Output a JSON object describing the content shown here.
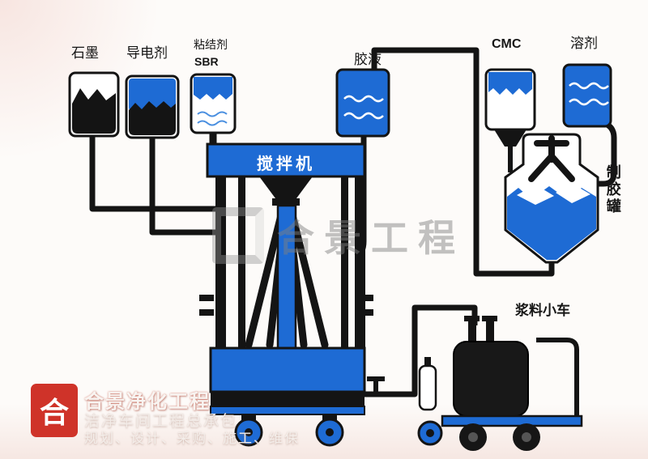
{
  "colors": {
    "blue": "#1e6bd4",
    "black": "#141414",
    "logo_red": "#cf3329",
    "watermark_gray": "#bcbcbc",
    "background": "#fdfbf9"
  },
  "nodes": {
    "graphite": {
      "label": "石墨"
    },
    "conductive_agent": {
      "label": "导电剂"
    },
    "binder": {
      "label": "粘结剂",
      "name": "SBR"
    },
    "glue_liquid": {
      "label": "胶液"
    },
    "cmc": {
      "label": "CMC"
    },
    "solvent": {
      "label": "溶剂"
    },
    "glue_tank": {
      "label": "制胶罐"
    },
    "mixer": {
      "label": "搅拌机"
    },
    "slurry_cart": {
      "label": "浆料小车"
    }
  },
  "watermark": {
    "center_text": "合景工程"
  },
  "brand": {
    "logo_glyph": "合",
    "name": "合景净化工程",
    "tagline": "洁净车间工程总承包",
    "services": "规划、设计、采购、施工、维保"
  }
}
